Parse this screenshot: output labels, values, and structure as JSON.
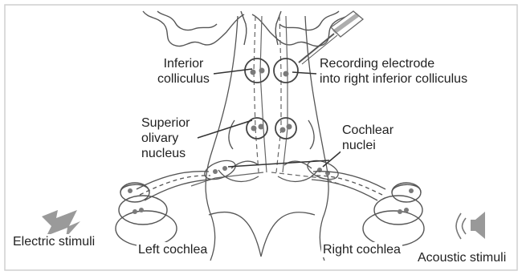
{
  "labels": {
    "inferior_colliculus": [
      "Inferior",
      "colliculus"
    ],
    "recording_electrode": [
      "Recording electrode",
      "into right inferior colliculus"
    ],
    "superior_olivary_nucleus": [
      "Superior",
      "olivary",
      "nucleus"
    ],
    "cochlear_nuclei": [
      "Cochlear",
      "nuclei"
    ],
    "electric_stimuli": "Electric stimuli",
    "left_cochlea": "Left cochlea",
    "right_cochlea": "Right cochlea",
    "acoustic_stimuli": "Acoustic stimuli"
  },
  "colors": {
    "line": "#555555",
    "frame": "#cfcfcf",
    "neuron": "#7a7a7a",
    "electrode": "#666666",
    "bolt": "#9a9a9a",
    "speaker": "#999999"
  }
}
